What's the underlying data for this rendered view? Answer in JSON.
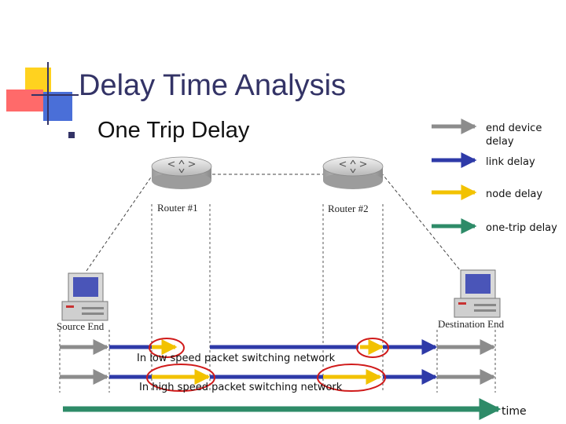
{
  "title": "Delay Time Analysis",
  "bullet": "One Trip Delay",
  "legend": [
    {
      "label": "end device delay",
      "color": "#8c8c8c"
    },
    {
      "label": "link delay",
      "color": "#2e3aa8"
    },
    {
      "label": "node delay",
      "color": "#f2c200"
    },
    {
      "label": "one-trip delay",
      "color": "#2e8b68"
    }
  ],
  "routers": [
    "Router #1",
    "Router #2"
  ],
  "hosts": {
    "source": "Source End",
    "destination": "Destination End"
  },
  "networks": {
    "low": "In low speed packet switching network",
    "high": "In high speed packet switching network"
  },
  "time_label": "time",
  "colors": {
    "title": "#333366",
    "end_device": "#8c8c8c",
    "link": "#2e3aa8",
    "node": "#f2c200",
    "one_trip": "#2e8b68",
    "highlight": "#d01a1a",
    "logo_yellow": "#ffd21f",
    "logo_red": "#ff6a6a",
    "logo_blue": "#4a6fd8"
  }
}
